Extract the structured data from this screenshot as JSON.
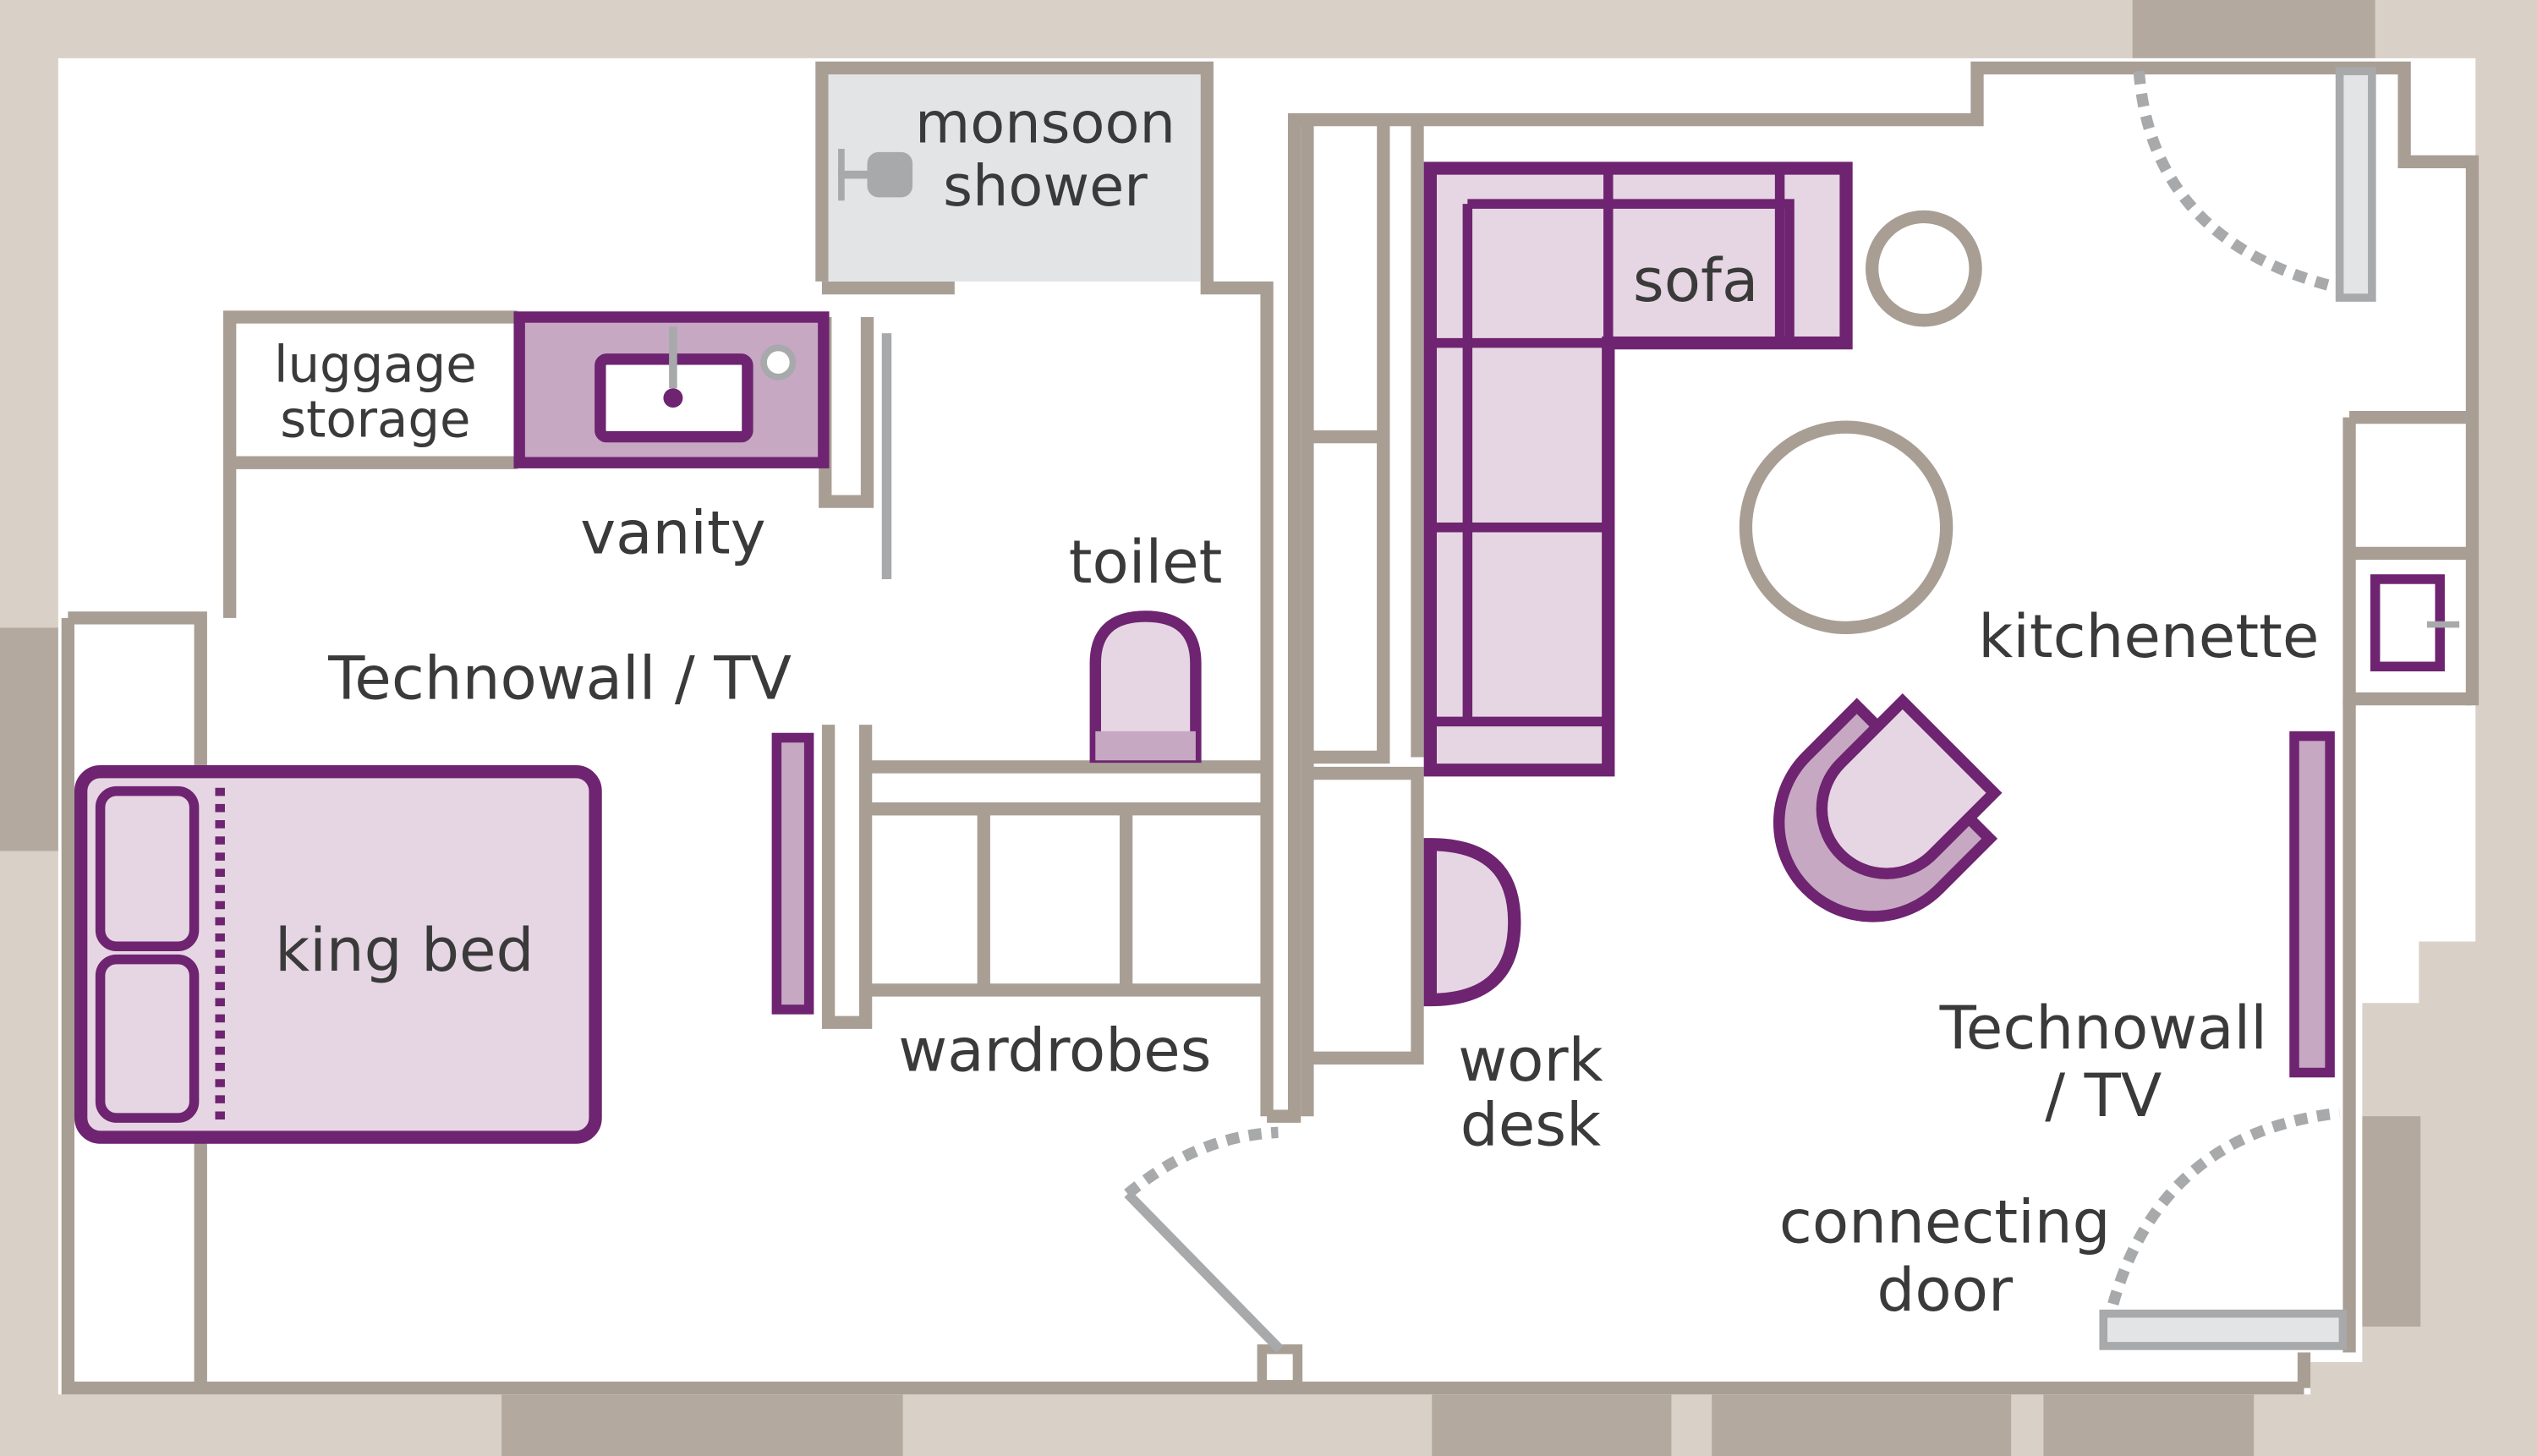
{
  "labels": {
    "monsoon_shower_1": "monsoon",
    "monsoon_shower_2": "shower",
    "luggage_storage_1": "luggage",
    "luggage_storage_2": "storage",
    "vanity": "vanity",
    "toilet": "toilet",
    "technowall_left": "Technowall / TV",
    "king_bed": "king bed",
    "wardrobes": "wardrobes",
    "sofa": "sofa",
    "kitchenette": "kitchenette",
    "work_desk_1": "work",
    "work_desk_2": "desk",
    "technowall_right_1": "Technowall",
    "technowall_right_2": "/ TV",
    "connecting_door_1": "connecting",
    "connecting_door_2": "door"
  },
  "colors": {
    "background": "#d9d0c8",
    "floor": "#ffffff",
    "wall": "#a89e94",
    "furniture_stroke": "#6e2470",
    "furniture_fill": "#e6d6e3",
    "furniture_fill_dark": "#c6a8c2",
    "fixture_gray": "#a7a9ab",
    "shower_fill": "#e3e4e5",
    "text": "#3a3a3a"
  }
}
